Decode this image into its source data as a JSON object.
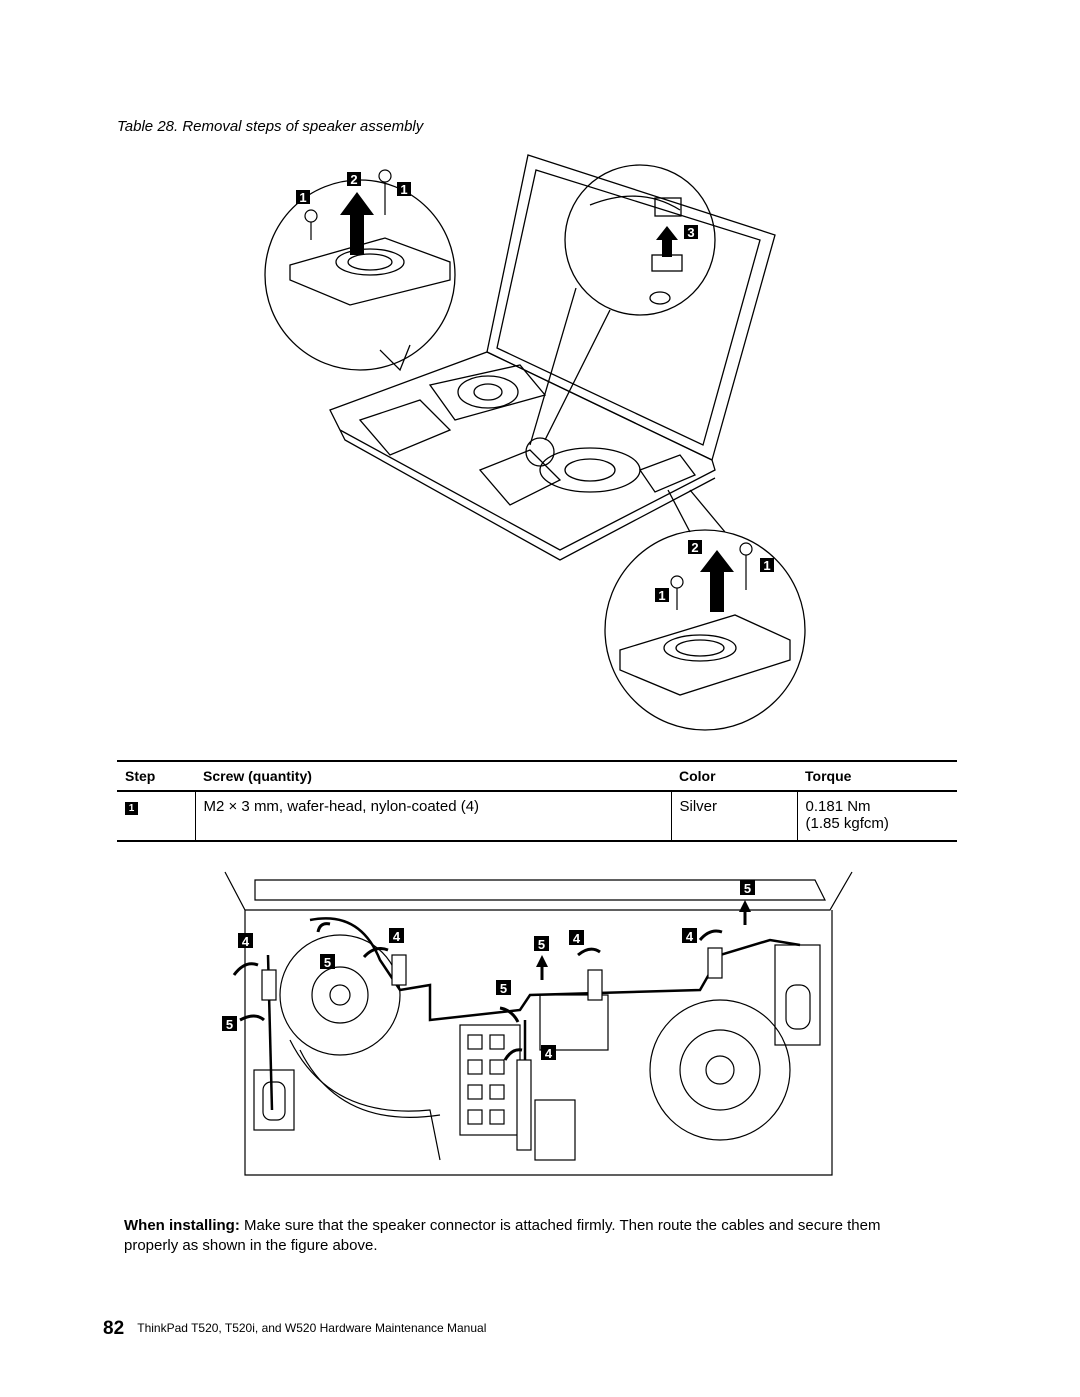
{
  "caption": "Table 28. Removal steps of speaker assembly",
  "figure_top": {
    "callouts": [
      "1",
      "2",
      "1",
      "3",
      "2",
      "1",
      "1"
    ]
  },
  "table": {
    "headers": [
      "Step",
      "Screw (quantity)",
      "Color",
      "Torque"
    ],
    "rows": [
      {
        "step": "1",
        "screw": "M2 × 3 mm, wafer-head, nylon-coated (4)",
        "color": "Silver",
        "torque_line1": "0.181 Nm",
        "torque_line2": "(1.85 kgfcm)"
      }
    ]
  },
  "figure_bottom": {
    "callouts": [
      "5",
      "4",
      "4",
      "4",
      "5",
      "4",
      "5",
      "5",
      "5",
      "4"
    ]
  },
  "install_note": {
    "label": "When installing:",
    "text": "Make sure that the speaker connector is attached firmly. Then route the cables and secure them properly as shown in the figure above."
  },
  "footer": {
    "page_number": "82",
    "title": "ThinkPad T520, T520i, and W520 Hardware Maintenance Manual"
  }
}
